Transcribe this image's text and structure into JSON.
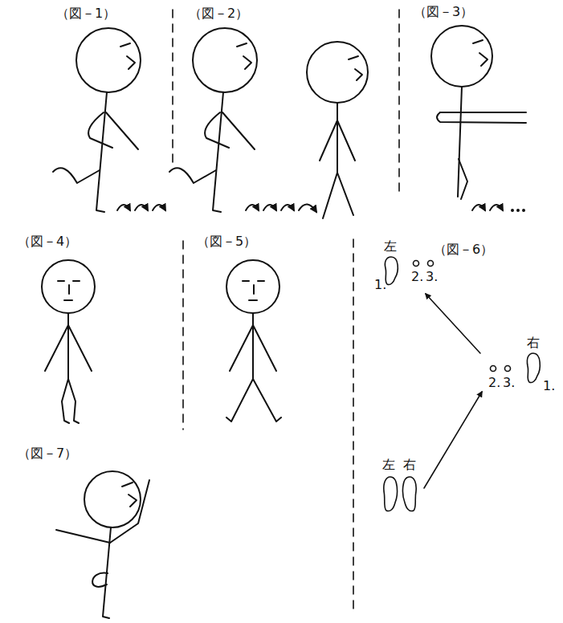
{
  "diagram": {
    "labels": [
      "（図－1）",
      "（図－2）",
      "（図－3）",
      "（図－4）",
      "（図－5）",
      "左",
      "（図－6）",
      "1.",
      "2.",
      "3.",
      "右",
      "2.",
      "3.",
      "1.",
      "左",
      "右",
      "（図－7）"
    ]
  }
}
